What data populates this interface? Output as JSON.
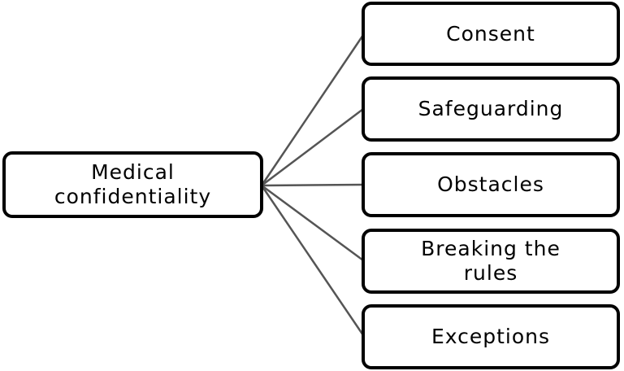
{
  "root": {
    "label": "Medical confidentiality",
    "line1": "Medical",
    "line2": "confidentiality"
  },
  "children": [
    {
      "line1": "Consent",
      "line2": ""
    },
    {
      "line1": "Safeguarding",
      "line2": ""
    },
    {
      "line1": "Obstacles",
      "line2": ""
    },
    {
      "line1": "Breaking the",
      "line2": "rules"
    },
    {
      "line1": "Exceptions",
      "line2": ""
    }
  ],
  "colors": {
    "connector": "#555555",
    "border": "#000000"
  }
}
